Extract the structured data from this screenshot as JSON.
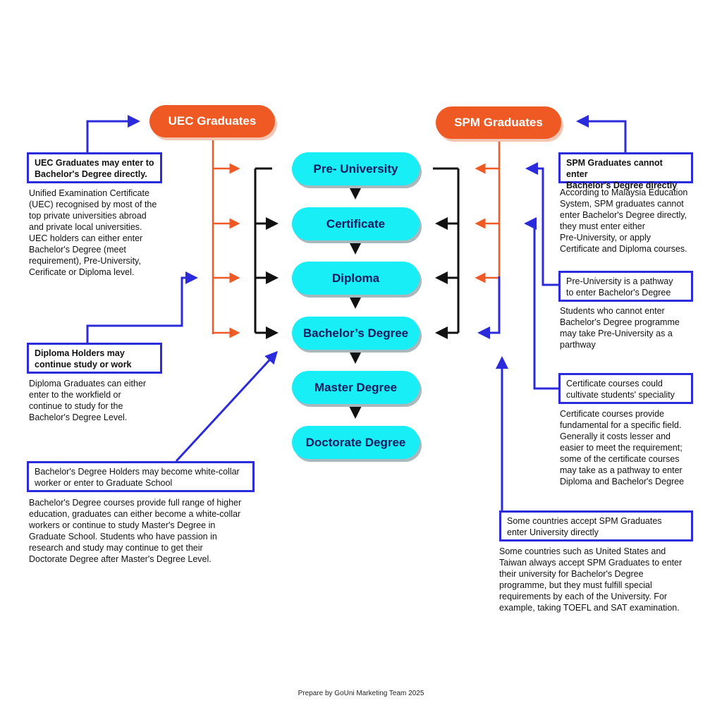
{
  "sources": {
    "uec": "UEC Graduates",
    "spm": "SPM Graduates"
  },
  "levels": [
    "Pre- University",
    "Certificate",
    "Diploma",
    "Bachelor’s Degree",
    "Master Degree",
    "Doctorate Degree"
  ],
  "left_notes": [
    {
      "title": "UEC Graduates may enter to\nBachelor's Degree directly.",
      "body": "Unified Examination Certificate\n(UEC) recognised by most of the\ntop private universities abroad\nand private local universities.\nUEC holders can either enter\nBachelor's Degree (meet\nrequirement), Pre-University,\nCerificate or Diploma level."
    },
    {
      "title": "Diploma Holders may\ncontinue study or work",
      "body": "Diploma Graduates can either\nenter to the workfield or\ncontinue to study for the\nBachelor's Degree Level."
    },
    {
      "title": "Bachelor's Degree Holders may become white-collar\nworker or enter to Graduate School",
      "body": "Bachelor's Degree courses provide full range of higher\neducation, graduates can either become a white-collar\nworkers or continue to study Master's Degree in\nGraduate School. Students who have passion in\nresearch and study may continue to get their\nDoctorate Degree after Master's Degree Level."
    }
  ],
  "right_notes": [
    {
      "title": "SPM Graduates cannot enter\nBachelor's Degree directly",
      "body": "According to Malaysia Education\nSystem, SPM graduates cannot\nenter Bachelor's Degree directly,\nthey must enter either\nPre-University, or apply\nCertificate and Diploma courses."
    },
    {
      "title": "Pre-University is a pathway\nto enter Bachelor's Degree",
      "body": "Students who cannot enter\nBachelor's Degree programme\nmay take Pre-University as a\nparthway"
    },
    {
      "title": "Certificate courses could\ncultivate students' speciality",
      "body": "Certificate courses provide\nfundamental for a specific field.\nGenerally it costs lesser and\neasier to meet the requirement;\nsome of the certificate courses\nmay take as a pathway to enter\nDiploma and Bachelor's Degree"
    },
    {
      "title": "Some countries accept SPM Graduates\nenter University directly",
      "body": "Some countries such as United States and\nTaiwan always accept SPM Graduates to enter\ntheir university for Bachelor's Degree\nprogramme, but they must fulfill special\nrequirements by each of the University. For\nexample, taking TOEFL and SAT examination."
    }
  ],
  "footer": "Prepare by GoUni Marketing Team 2025",
  "colors": {
    "orange": "#ef5a24",
    "cyan": "#17eef5",
    "blue": "#2b2bdb",
    "black": "#111111"
  }
}
